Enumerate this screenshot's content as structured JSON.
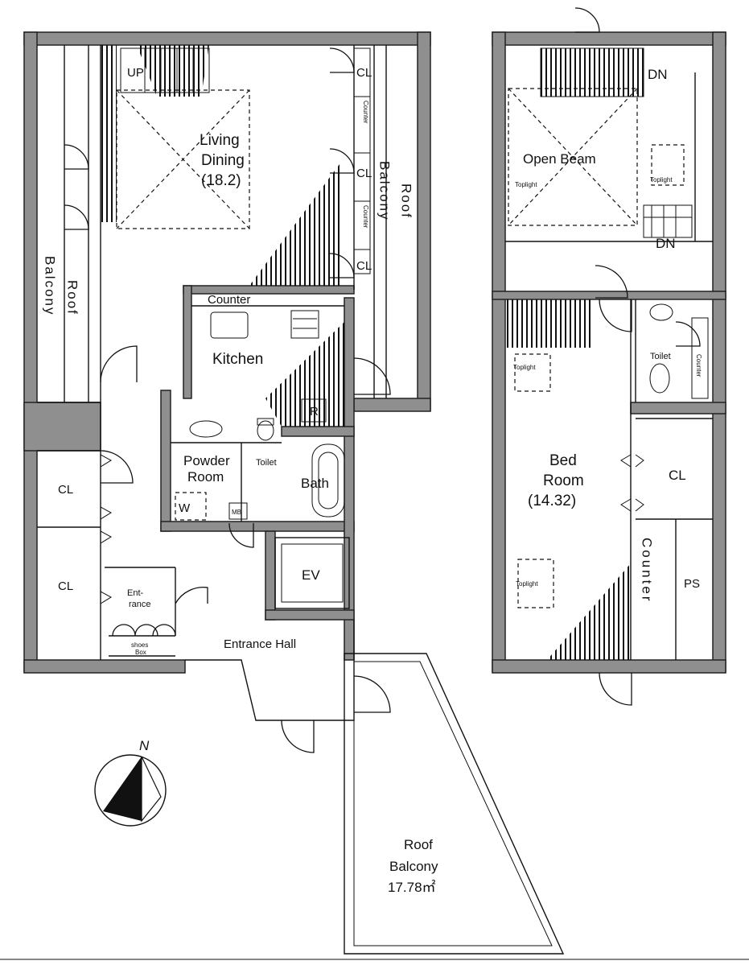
{
  "rooms": {
    "up": "UP",
    "living": "Living",
    "dining": "Dining",
    "living_area": "(18.2)",
    "cl": "CL",
    "counter_vertical": "Counter",
    "balcony_roof_left_1": "Balcony",
    "balcony_roof_left_2": "Roof",
    "balcony_roof_right_1": "Balcony",
    "balcony_roof_right_2": "Roof",
    "counter": "Counter",
    "kitchen": "Kitchen",
    "refrigerator": "R",
    "powder_1": "Powder",
    "powder_2": "Room",
    "toilet_lower": "Toilet",
    "bath": "Bath",
    "washer": "W",
    "mb": "MB",
    "ev": "EV",
    "entrance_1": "Ent-",
    "entrance_2": "rance",
    "shoes_1": "shoes",
    "shoes_2": "Box",
    "entrance_hall": "Entrance Hall",
    "roof_balcony_1": "Roof",
    "roof_balcony_2": "Balcony",
    "roof_balcony_area": "17.78㎡",
    "dn": "DN",
    "open_beam": "Open Beam",
    "toplight": "Toplight",
    "toilet_upper": "Toilet",
    "bed_1": "Bed",
    "bed_2": "Room",
    "bed_area": "(14.32)",
    "counter_upper": "Counter",
    "ps": "PS"
  },
  "compass": {
    "label": "N"
  },
  "colors": {
    "wall": "#8f8f8f",
    "ink": "#111111",
    "paper": "#ffffff"
  }
}
